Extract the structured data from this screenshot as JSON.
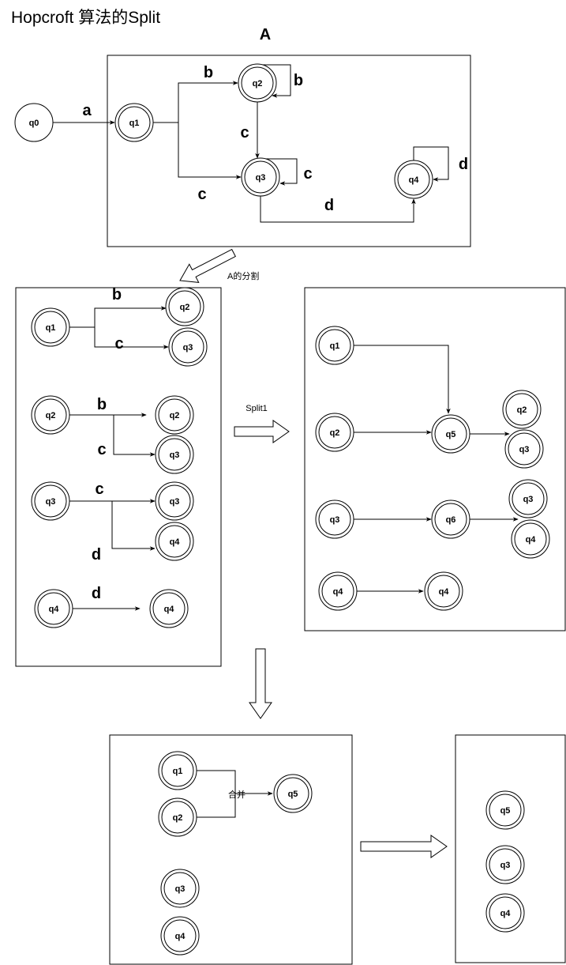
{
  "title": "Hopcroft  算法的Split",
  "box_a_title": "A",
  "arrow_labels": {
    "split_a": "A的分割",
    "split1": "Split1",
    "merge": "合并"
  },
  "top": {
    "nodes": {
      "q0": "q0",
      "q1": "q1",
      "q2": "q2",
      "q3": "q3",
      "q4": "q4"
    },
    "edges": {
      "q0_q1": "a",
      "q1_q2": "b",
      "q2_q2": "b",
      "q2_q3": "c",
      "q1_q3": "c",
      "q3_q3": "c",
      "q3_q4": "d",
      "q4_q4": "d"
    }
  },
  "left_box": {
    "rows": [
      {
        "src": "q1",
        "branches": [
          {
            "label": "b",
            "dst": "q2"
          },
          {
            "label": "c",
            "dst": "q3"
          }
        ]
      },
      {
        "src": "q2",
        "branches": [
          {
            "label": "b",
            "dst": "q2"
          },
          {
            "label": "c",
            "dst": "q3"
          }
        ]
      },
      {
        "src": "q3",
        "branches": [
          {
            "label": "c",
            "dst": "q3"
          },
          {
            "label": "d",
            "dst": "q4"
          }
        ]
      },
      {
        "src": "q4",
        "branches": [
          {
            "label": "d",
            "dst": "q4"
          }
        ]
      }
    ]
  },
  "right_box": {
    "src": [
      "q1",
      "q2",
      "q3",
      "q4"
    ],
    "mid": [
      "q5",
      "q6",
      "q4"
    ],
    "groups": [
      [
        "q2",
        "q3"
      ],
      [
        "q3",
        "q4"
      ]
    ]
  },
  "merge_box": {
    "nodes": [
      "q1",
      "q2",
      "q5",
      "q3",
      "q4"
    ]
  },
  "final_box": {
    "nodes": [
      "q5",
      "q3",
      "q4"
    ]
  }
}
